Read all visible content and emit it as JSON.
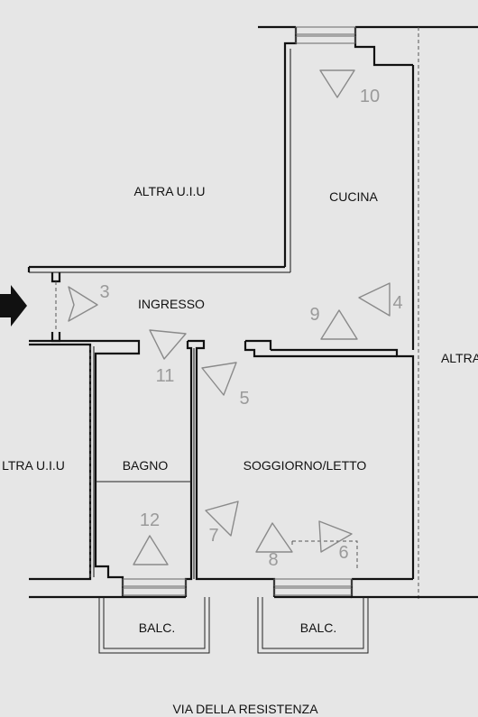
{
  "rooms": {
    "altra_uiu_top": "ALTRA U.I.U",
    "cucina": "CUCINA",
    "ingresso": "INGRESSO",
    "altra_right": "ALTRA",
    "altra_uiu_left": "LTRA U.I.U",
    "bagno": "BAGNO",
    "soggiorno": "SOGGIORNO/LETTO",
    "balc_left": "BALC.",
    "balc_right": "BALC."
  },
  "street": "VIA DELLA RESISTENZA",
  "camera_points": [
    "3",
    "4",
    "5",
    "6",
    "7",
    "8",
    "9",
    "10",
    "11",
    "12"
  ],
  "colors": {
    "background": "#e6e6e6",
    "wall": "#111111",
    "camera": "#8a8a8a"
  }
}
